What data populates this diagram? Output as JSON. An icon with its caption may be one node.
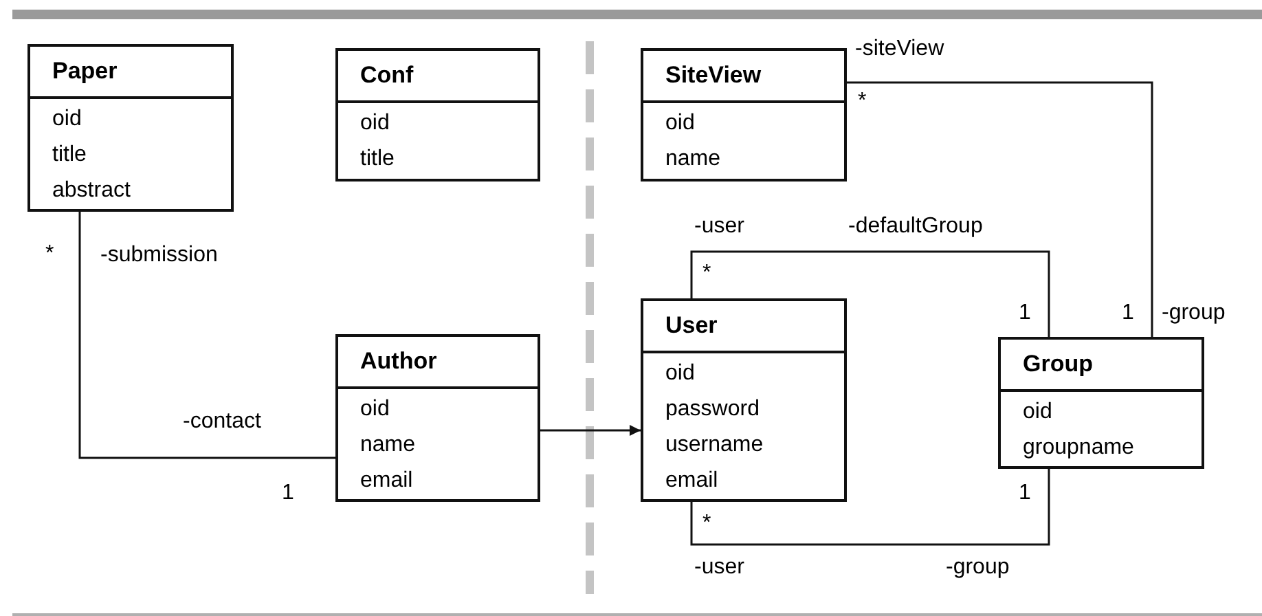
{
  "diagram": {
    "nodes": [
      {
        "text": [
          "Paper",
          "oid",
          "title",
          "abstract"
        ]
      },
      {
        "text": [
          "Conf",
          "oid",
          "title"
        ]
      },
      {
        "text": [
          "SiteView",
          "oid",
          "name"
        ]
      },
      {
        "text": [
          "Author",
          "oid",
          "name",
          "email"
        ]
      },
      {
        "text": [
          "User",
          "oid",
          "password",
          "username",
          "email"
        ]
      },
      {
        "text": [
          "Group",
          "oid",
          "groupname"
        ]
      }
    ],
    "edges": [
      {
        "from": 0,
        "to": 3,
        "arrow": "none"
      },
      {
        "from": 3,
        "to": 4,
        "arrow": "to"
      },
      {
        "from": 4,
        "to": 5,
        "arrow": "none"
      },
      {
        "from": 4,
        "to": 5,
        "arrow": "none"
      },
      {
        "from": 2,
        "to": 5,
        "arrow": "none"
      }
    ],
    "labels": [
      "-siteView",
      "*",
      "*",
      "-submission",
      "-user",
      "-defaultGroup",
      "*",
      "1",
      "1",
      "-group",
      "-contact",
      "1",
      "1",
      "*",
      "-user",
      "-group"
    ]
  }
}
